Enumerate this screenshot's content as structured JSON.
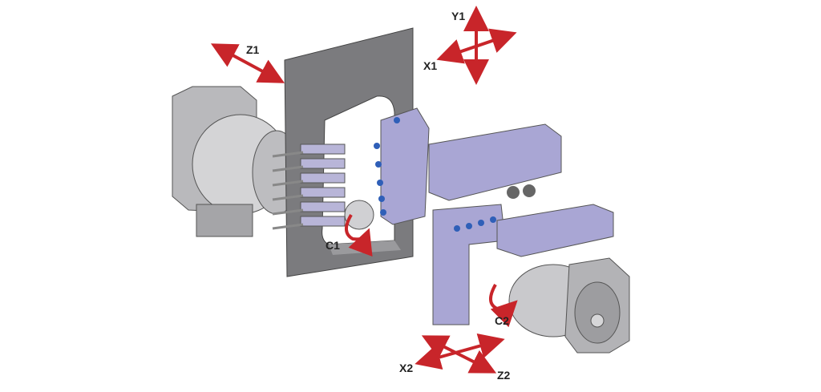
{
  "diagram": {
    "axis_labels": {
      "y1": "Y1",
      "x1": "X1",
      "z1": "Z1",
      "c1": "C1",
      "c2": "C2",
      "x2": "X2",
      "z2": "Z2"
    },
    "colors": {
      "arrow": "#c8252a",
      "frame": "#7b7b7e",
      "slide": "#a9a6d4",
      "motor": "#c9c9cc",
      "tool_blue": "#2f5fb8"
    }
  }
}
